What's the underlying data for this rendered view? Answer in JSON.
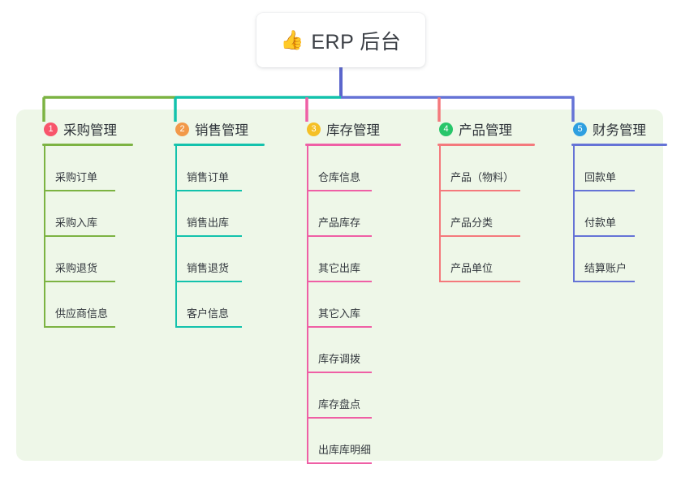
{
  "root": {
    "icon": "thumbs-up-icon",
    "emoji": "👍",
    "title": "ERP 后台"
  },
  "palette": {
    "panel_bg": "#eef7e8",
    "page_bg": "#ffffff",
    "text": "#33383e",
    "branch_colors": [
      "#7cb342",
      "#13c2ac",
      "#ef5fa5",
      "#f4797c",
      "#6573d6"
    ],
    "badge_colors": [
      "#f8556b",
      "#f2994a",
      "#f5c026",
      "#27c66a",
      "#2e9fe0"
    ],
    "root_stem": "#5b66cc"
  },
  "branches": [
    {
      "number": "1",
      "title": "采购管理",
      "badge_color": "#f8556b",
      "line_color": "#7cb342",
      "items": [
        "采购订单",
        "采购入库",
        "采购退货",
        "供应商信息"
      ]
    },
    {
      "number": "2",
      "title": "销售管理",
      "badge_color": "#f2994a",
      "line_color": "#13c2ac",
      "items": [
        "销售订单",
        "销售出库",
        "销售退货",
        "客户信息"
      ]
    },
    {
      "number": "3",
      "title": "库存管理",
      "badge_color": "#f5c026",
      "line_color": "#ef5fa5",
      "items": [
        "仓库信息",
        "产品库存",
        "其它出库",
        "其它入库",
        "库存调拨",
        "库存盘点",
        "出库库明细"
      ]
    },
    {
      "number": "4",
      "title": "产品管理",
      "badge_color": "#27c66a",
      "line_color": "#f4797c",
      "items": [
        "产品（物料）",
        "产品分类",
        "产品单位"
      ]
    },
    {
      "number": "5",
      "title": "财务管理",
      "badge_color": "#2e9fe0",
      "line_color": "#6573d6",
      "items": [
        "回款单",
        "付款单",
        "结算账户"
      ]
    }
  ]
}
